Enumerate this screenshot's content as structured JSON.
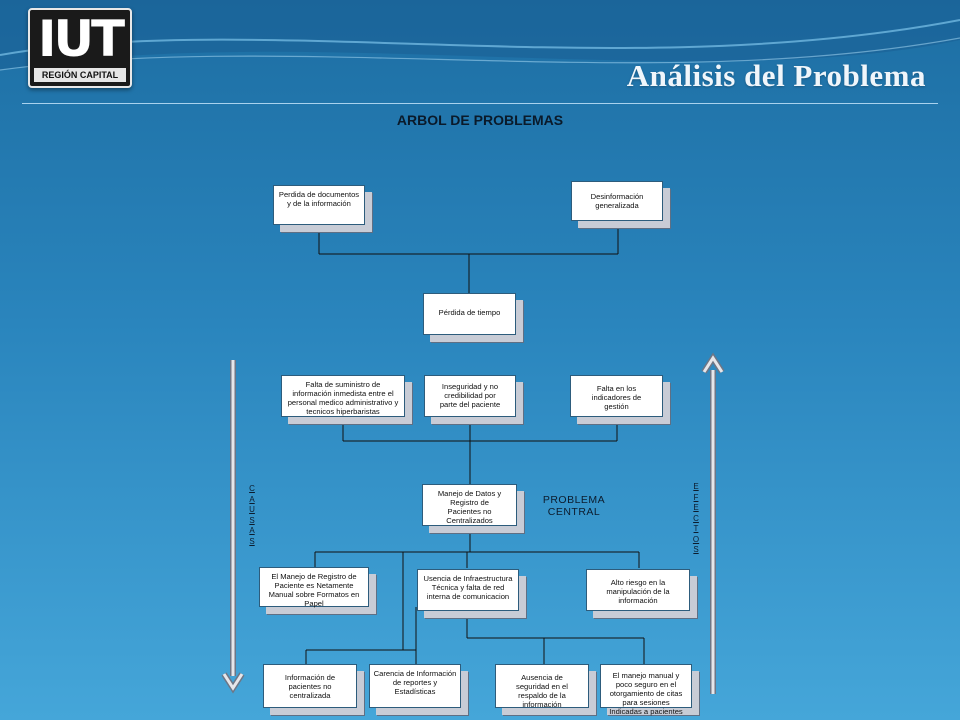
{
  "header": {
    "logo_mark": "IUT",
    "logo_subtitle": "REGIÓN CAPITAL",
    "title": "Análisis del Problema"
  },
  "diagram": {
    "title": "ARBOL DE PROBLEMAS",
    "central_label": "PROBLEMA CENTRAL",
    "causes_label": "CAUSAS",
    "effects_label": "EFECTOS",
    "nodes": {
      "effect_docs": "Perdida de documentos y de la información",
      "effect_desinfo": "Desinformación generalizada",
      "effect_time": "Pérdida de tiempo",
      "effect_supply": "Falta de suministro de información inmedista entre el personal medico administrativo y tecnicos hiperbaristas",
      "effect_security": "Inseguridad y no credibilidad por parte del paciente",
      "effect_indicators": "Falta en los indicadores de gestión",
      "central": "Manejo de Datos y Registro de Pacientes no Centralizados",
      "cause_manual": "El Manejo  de Registro de Paciente es Netamente Manual sobre Formatos en Papel",
      "cause_infra": "Usencia de Infraestructura Técnica y falta de red interna de comunicacion",
      "cause_risk": "Alto riesgo en la manipulación de la información",
      "sub_info": "Información de pacientes no centralizada",
      "sub_reports": "Carencia de Información de reportes y Estadísticas",
      "sub_backup": "Ausencia de seguridad en el respaldo de la información",
      "sub_handling": "El manejo manual y poco seguro en el otorgamiento de citas para sesiones Indicadas  a pacientes"
    }
  }
}
